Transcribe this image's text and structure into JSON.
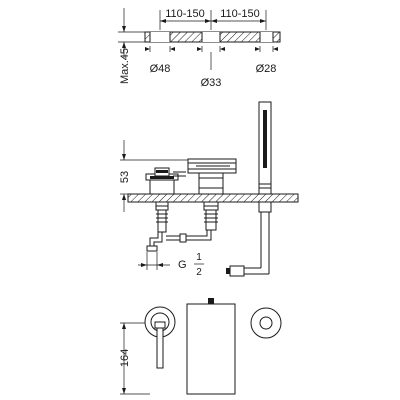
{
  "dimensions": {
    "spacing_left": "110-150",
    "spacing_right": "110-150",
    "dia_left": "Ø48",
    "dia_center": "Ø33",
    "dia_right": "Ø28",
    "max_deck": "Max.45",
    "height_above_deck": "53",
    "thread_prefix": "G",
    "thread_num": "1",
    "thread_den": "2",
    "spout_height": "164"
  }
}
